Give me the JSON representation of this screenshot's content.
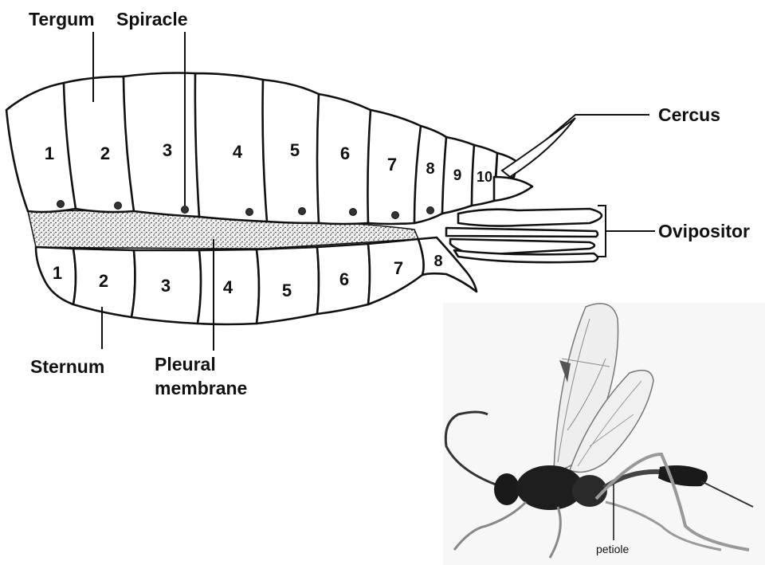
{
  "labels": {
    "tergum": "Tergum",
    "spiracle": "Spiracle",
    "cercus": "Cercus",
    "ovipositor": "Ovipositor",
    "sternum": "Sternum",
    "pleural_line1": "Pleural",
    "pleural_line2": "membrane",
    "petiole": "petiole"
  },
  "terga_numbers": [
    "1",
    "2",
    "3",
    "4",
    "5",
    "6",
    "7",
    "8",
    "9",
    "10"
  ],
  "sterna_numbers": [
    "1",
    "2",
    "3",
    "4",
    "5",
    "6",
    "7",
    "8"
  ],
  "colors": {
    "ink": "#111111",
    "membrane": "#e9e9e9",
    "wasp_body": "#1a1a1a",
    "wing": "#eeeeee"
  }
}
